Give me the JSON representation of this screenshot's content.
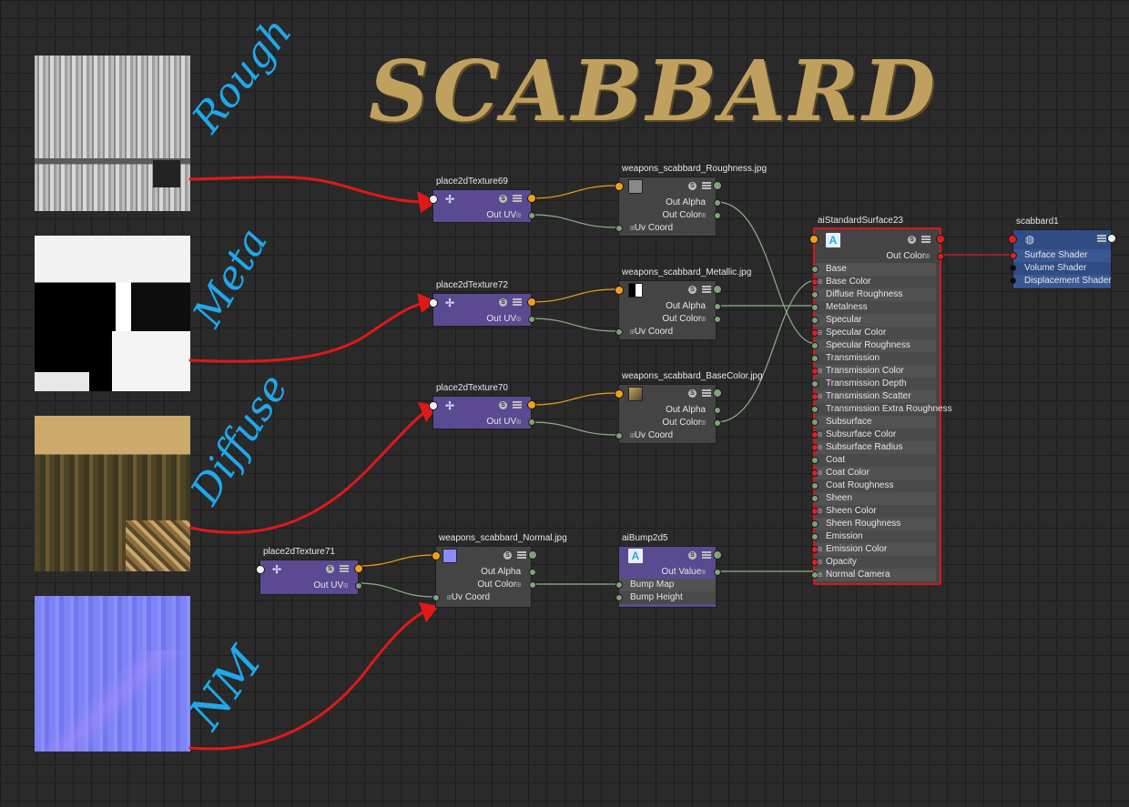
{
  "title": "SCABBARD",
  "handwritten_labels": {
    "rough": "Rough",
    "meta": "Meta",
    "diffuse": "Diffuse",
    "nm": "NM"
  },
  "nodes": {
    "place2d_69": {
      "name": "place2dTexture69",
      "out": "Out UV"
    },
    "place2d_72": {
      "name": "place2dTexture72",
      "out": "Out UV"
    },
    "place2d_70": {
      "name": "place2dTexture70",
      "out": "Out UV"
    },
    "place2d_71": {
      "name": "place2dTexture71",
      "out": "Out UV"
    },
    "file_roughness": {
      "name": "weapons_scabbard_Roughness.jpg",
      "out_alpha": "Out Alpha",
      "out_color": "Out Color",
      "uv": "Uv Coord"
    },
    "file_metallic": {
      "name": "weapons_scabbard_Metallic.jpg",
      "out_alpha": "Out Alpha",
      "out_color": "Out Color",
      "uv": "Uv Coord"
    },
    "file_basecolor": {
      "name": "weapons_scabbard_BaseColor.jpg",
      "out_alpha": "Out Alpha",
      "out_color": "Out Color",
      "uv": "Uv Coord"
    },
    "file_normal": {
      "name": "weapons_scabbard_Normal.jpg",
      "out_alpha": "Out Alpha",
      "out_color": "Out Color",
      "uv": "Uv Coord"
    },
    "bump": {
      "name": "aiBump2d5",
      "out": "Out Value",
      "bump_map": "Bump Map",
      "bump_height": "Bump Height"
    },
    "surface": {
      "name": "aiStandardSurface23",
      "out": "Out Color",
      "attrs": [
        "Base",
        "Base Color",
        "Diffuse Roughness",
        "Metalness",
        "Specular",
        "Specular Color",
        "Specular Roughness",
        "Transmission",
        "Transmission Color",
        "Transmission Depth",
        "Transmission Scatter",
        "Transmission Extra Roughness",
        "Subsurface",
        "Subsurface Color",
        "Subsurface Radius",
        "Coat",
        "Coat Color",
        "Coat Roughness",
        "Sheen",
        "Sheen Color",
        "Sheen Roughness",
        "Emission",
        "Emission Color",
        "Opacity",
        "Normal Camera"
      ]
    },
    "sg": {
      "name": "scabbard1",
      "attrs": [
        "Surface Shader",
        "Volume Shader",
        "Displacement Shader"
      ]
    }
  },
  "icons": {
    "place2d": "place2d-icon",
    "arnold": "arnold-icon",
    "shading_group": "shading-group-icon"
  },
  "colors": {
    "title": "#bfa05f",
    "handwriting": "#1fa8ec",
    "arrows": "#e01818",
    "place_node": "#5b4a91",
    "sg_node": "#2f4c85",
    "selected_border": "#d9161c",
    "wire_green": "#8fb08a",
    "wire_orange": "#f0a01a",
    "wire_red": "#d12a2a"
  }
}
